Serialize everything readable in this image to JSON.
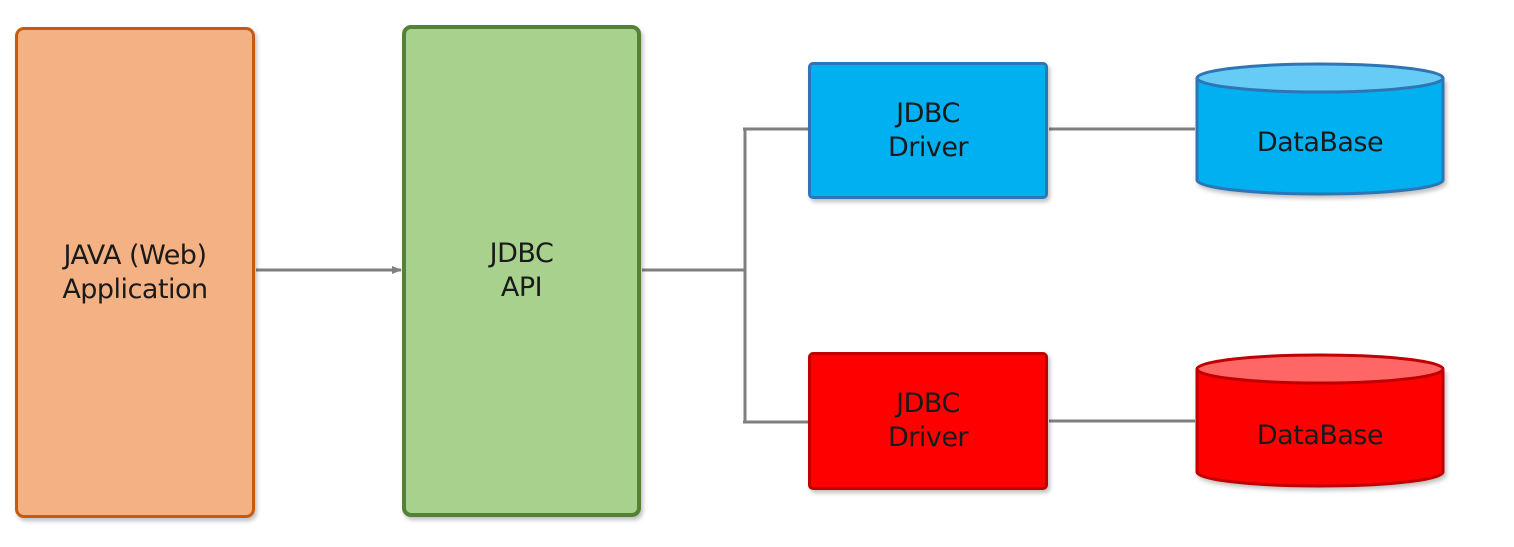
{
  "nodes": {
    "app": {
      "lines": [
        "JAVA (Web)",
        "Application"
      ]
    },
    "api": {
      "lines": [
        "JDBC",
        "API"
      ]
    },
    "driver_blue": {
      "lines": [
        "JDBC",
        "Driver"
      ]
    },
    "driver_red": {
      "lines": [
        "JDBC",
        "Driver"
      ]
    },
    "db_blue": {
      "label": "DataBase"
    },
    "db_red": {
      "label": "DataBase"
    }
  },
  "colors": {
    "app_fill": "#f4b183",
    "app_border": "#c55a11",
    "api_fill": "#a9d18e",
    "api_border": "#548235",
    "blue_fill": "#00b0f0",
    "blue_border": "#2e75b6",
    "blue_top": "#66ccf5",
    "red_fill": "#ff0000",
    "red_border": "#c00000",
    "red_top": "#ff6666",
    "connector": "#7f7f7f"
  }
}
